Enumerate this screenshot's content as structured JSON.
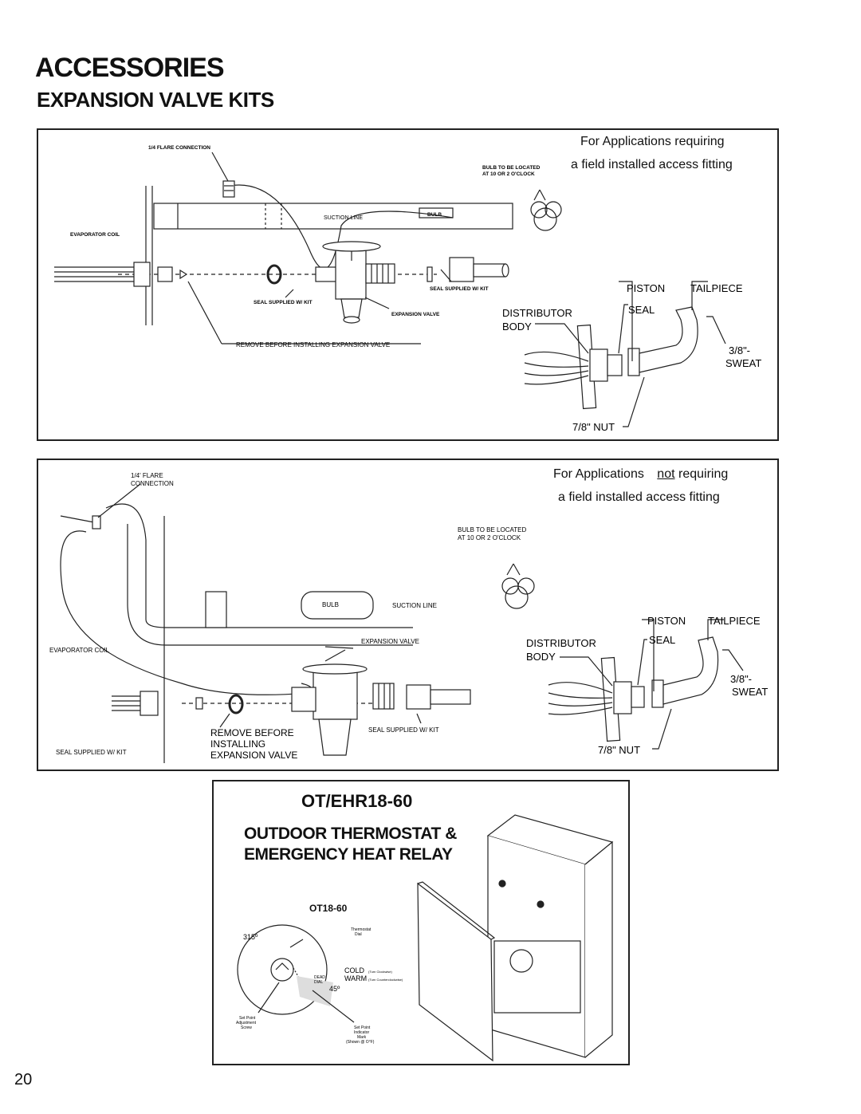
{
  "header": {
    "title": "ACCESSORIES",
    "subtitle": "EXPANSION VALVE KITS"
  },
  "panel1": {
    "caption_line1": "For Applications requiring",
    "caption_line2": "a field installed access fitting",
    "labels": {
      "flare_connection": "1/4 FLARE CONNECTION",
      "bulb_location_1": "BULB TO BE LOCATED",
      "bulb_location_2": "AT 10 OR 2 O'CLOCK",
      "suction_line": "SUCTION LINE",
      "bulb": "BULB",
      "evaporator_coil": "EVAPORATOR COIL",
      "seal_supplied_right": "SEAL SUPPLIED W/ KIT",
      "seal_supplied_left": "SEAL SUPPLIED W/ KIT",
      "expansion_valve": "EXPANSION VALVE",
      "remove_before": "REMOVE BEFORE INSTALLING EXPANSION VALVE",
      "piston": "PISTON",
      "tailpiece": "TAILPIECE",
      "distributor": "DISTRIBUTOR",
      "body": "BODY",
      "seal": "SEAL",
      "sweat_size": "3/8\"-",
      "sweat": "SWEAT",
      "nut": "7/8\" NUT"
    }
  },
  "panel2": {
    "caption_line1_a": "For Applications",
    "caption_line1_b": "not",
    "caption_line1_c": "requiring",
    "caption_line2": "a field installed access fitting",
    "labels": {
      "flare_1": "1/4' FLARE",
      "flare_2": "CONNECTION",
      "bulb_location_1": "BULB TO BE LOCATED",
      "bulb_location_2": "AT 10 OR 2 O'CLOCK",
      "bulb": "BULB",
      "suction_line": "SUCTION LINE",
      "expansion_valve": "EXPANSION VALVE",
      "evaporator_coil": "EVAPORATOR COIL",
      "seal_supplied_right": "SEAL SUPPLIED W/ KIT",
      "seal_supplied_left": "SEAL SUPPLIED W/ KIT",
      "remove_1": "REMOVE BEFORE",
      "remove_2": "INSTALLING",
      "remove_3": "EXPANSION VALVE",
      "piston": "PISTON",
      "tailpiece": "TAILPIECE",
      "distributor": "DISTRIBUTOR",
      "body": "BODY",
      "seal": "SEAL",
      "sweat_size": "3/8\"-",
      "sweat": "SWEAT",
      "nut": "7/8\" NUT"
    }
  },
  "panel3": {
    "model": "OT/EHR18-60",
    "title_line1": "OUTDOOR THERMOSTAT &",
    "title_line2": "EMERGENCY HEAT RELAY",
    "dial_model": "OT18-60",
    "deg_315": "315º",
    "deg_45": "45º",
    "thermostat_dial_1": "Thermostat",
    "thermostat_dial_2": "Dial",
    "cold": "COLD",
    "cold_note": "(Turn Clockwise)",
    "warm": "WARM",
    "warm_note": "(Turn Counterclockwise)",
    "dead_1": "DEAD",
    "dead_2": "DIAL",
    "set_point_screw_1": "Set Point",
    "set_point_screw_2": "Adjustment",
    "set_point_screw_3": "Screw",
    "set_point_mark_1": "Set Point",
    "set_point_mark_2": "Indicator",
    "set_point_mark_3": "Mark",
    "set_point_mark_4": "(Shown @ O°F)"
  },
  "footer": {
    "page_number": "20"
  }
}
